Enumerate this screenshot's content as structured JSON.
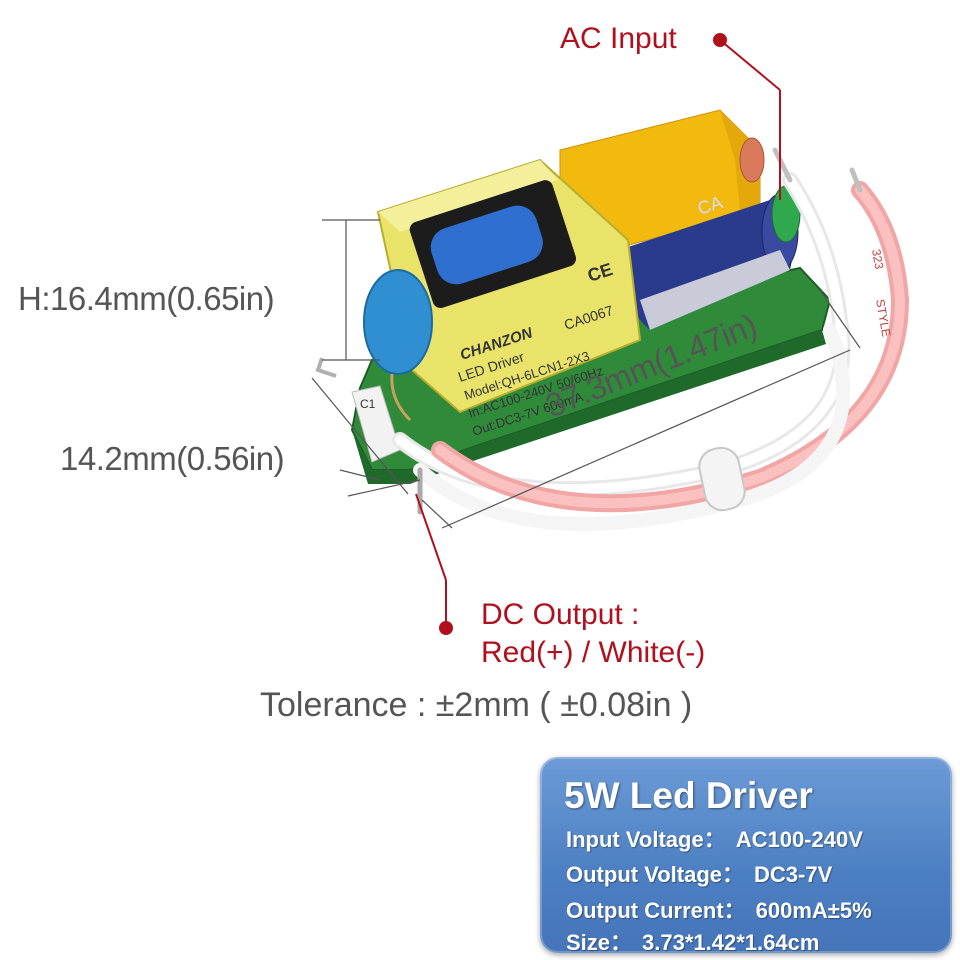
{
  "annotations": {
    "ac_input": "AC Input",
    "height": "H:16.4mm(0.65in)",
    "width": "14.2mm(0.56in)",
    "length": "37.3mm(1.47in)",
    "dc_output_line1": "DC Output :",
    "dc_output_line2": "Red(+) / White(-)",
    "tolerance": "Tolerance : ±2mm ( ±0.08in )"
  },
  "module_label": {
    "brand": "CHANZON",
    "code": "CA0067",
    "line1": "LED Driver",
    "model": "Model:QH-6LCN1-2X3",
    "input": "In:AC100-240V 50/60Hz",
    "output": "Out:DC3-7V 600mA",
    "ce": "CE",
    "board_mark": "C1",
    "wire_mark": "STYLE",
    "wire_code": "323"
  },
  "spec_card": {
    "title": "5W Led Driver",
    "rows": [
      {
        "key": "Input Voltage：",
        "value": "AC100-240V"
      },
      {
        "key": "Output Voltage：",
        "value": "DC3-7V"
      },
      {
        "key": "Output Current：",
        "value": "600mA±5%"
      },
      {
        "key": "Size：",
        "value": "3.73*1.42*1.64cm"
      }
    ]
  },
  "colors": {
    "annotation_red": "#b0101e",
    "dimension_gray": "#555555",
    "card_blue": "#5b8bca",
    "pcb_green": "#2f8a3a",
    "transformer_yellow": "#e9e36a",
    "capacitor_blue": "#2a3a8c",
    "cap_y_blue": "#2f8fd0"
  }
}
